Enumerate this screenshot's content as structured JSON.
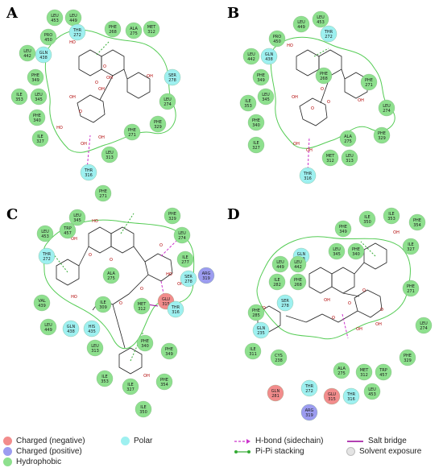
{
  "colors": {
    "hydrophobic": "#8ee08e",
    "polar": "#9ef0f0",
    "negative": "#f28c8c",
    "positive": "#9c9cf0",
    "pocket": "#55cc55",
    "hbond": "#cc33cc",
    "pistack": "#33aa33",
    "saltbridge": "#990099"
  },
  "panels": [
    {
      "letter": "A",
      "residues": [
        {
          "name": "LEU",
          "num": "453",
          "type": "hydrophobic"
        },
        {
          "name": "LEU",
          "num": "449",
          "type": "hydrophobic"
        },
        {
          "name": "PRO",
          "num": "450",
          "type": "hydrophobic"
        },
        {
          "name": "THR",
          "num": "272",
          "type": "polar"
        },
        {
          "name": "LEU",
          "num": "442",
          "type": "hydrophobic"
        },
        {
          "name": "GLN",
          "num": "438",
          "type": "polar"
        },
        {
          "name": "PHE",
          "num": "268",
          "type": "hydrophobic"
        },
        {
          "name": "ALA",
          "num": "275",
          "type": "hydrophobic"
        },
        {
          "name": "MET",
          "num": "312",
          "type": "hydrophobic"
        },
        {
          "name": "PHE",
          "num": "349",
          "type": "hydrophobic"
        },
        {
          "name": "SER",
          "num": "278",
          "type": "polar"
        },
        {
          "name": "ILE",
          "num": "353",
          "type": "hydrophobic"
        },
        {
          "name": "LEU",
          "num": "345",
          "type": "hydrophobic"
        },
        {
          "name": "LEU",
          "num": "274",
          "type": "hydrophobic"
        },
        {
          "name": "PHE",
          "num": "340",
          "type": "hydrophobic"
        },
        {
          "name": "PHE",
          "num": "329",
          "type": "hydrophobic"
        },
        {
          "name": "PHE",
          "num": "271",
          "type": "hydrophobic"
        },
        {
          "name": "ILE",
          "num": "327",
          "type": "hydrophobic"
        },
        {
          "name": "LEU",
          "num": "313",
          "type": "hydrophobic"
        },
        {
          "name": "THR",
          "num": "316",
          "type": "polar"
        }
      ],
      "atom_labels": [
        "HO",
        "OH",
        "OH",
        "OH",
        "O",
        "O",
        "O",
        "HO",
        "OH",
        "OH",
        "OH"
      ]
    },
    {
      "letter": "B",
      "residues": [
        {
          "name": "LEU",
          "num": "449",
          "type": "hydrophobic"
        },
        {
          "name": "LEU",
          "num": "453",
          "type": "hydrophobic"
        },
        {
          "name": "PRO",
          "num": "450",
          "type": "hydrophobic"
        },
        {
          "name": "THR",
          "num": "272",
          "type": "polar"
        },
        {
          "name": "LEU",
          "num": "442",
          "type": "hydrophobic"
        },
        {
          "name": "GLN",
          "num": "438",
          "type": "polar"
        },
        {
          "name": "PHE",
          "num": "268",
          "type": "hydrophobic"
        },
        {
          "name": "PHE",
          "num": "349",
          "type": "hydrophobic"
        },
        {
          "name": "PHE",
          "num": "271",
          "type": "hydrophobic"
        },
        {
          "name": "LEU",
          "num": "345",
          "type": "hydrophobic"
        },
        {
          "name": "ILE",
          "num": "353",
          "type": "hydrophobic"
        },
        {
          "name": "LEU",
          "num": "274",
          "type": "hydrophobic"
        },
        {
          "name": "PHE",
          "num": "340",
          "type": "hydrophobic"
        },
        {
          "name": "PHE",
          "num": "329",
          "type": "hydrophobic"
        },
        {
          "name": "ILE",
          "num": "327",
          "type": "hydrophobic"
        },
        {
          "name": "ALA",
          "num": "275",
          "type": "hydrophobic"
        },
        {
          "name": "MET",
          "num": "312",
          "type": "hydrophobic"
        },
        {
          "name": "LEU",
          "num": "313",
          "type": "hydrophobic"
        },
        {
          "name": "THR",
          "num": "316",
          "type": "polar"
        }
      ],
      "atom_labels": [
        "HO",
        "OH",
        "O",
        "O",
        "O",
        "OH",
        "OH",
        "OH"
      ]
    },
    {
      "letter": "C",
      "residues": [
        {
          "name": "PHE",
          "num": "271",
          "type": "hydrophobic"
        },
        {
          "name": "LEU",
          "num": "345",
          "type": "hydrophobic"
        },
        {
          "name": "PHE",
          "num": "329",
          "type": "hydrophobic"
        },
        {
          "name": "LEU",
          "num": "453",
          "type": "hydrophobic"
        },
        {
          "name": "TRP",
          "num": "457",
          "type": "hydrophobic"
        },
        {
          "name": "LEU",
          "num": "274",
          "type": "hydrophobic"
        },
        {
          "name": "THR",
          "num": "272",
          "type": "polar"
        },
        {
          "name": "ILE",
          "num": "277",
          "type": "hydrophobic"
        },
        {
          "name": "SER",
          "num": "278",
          "type": "polar"
        },
        {
          "name": "ARG",
          "num": "319",
          "type": "positive"
        },
        {
          "name": "ALA",
          "num": "275",
          "type": "hydrophobic"
        },
        {
          "name": "VAL",
          "num": "439",
          "type": "hydrophobic"
        },
        {
          "name": "GLU",
          "num": "315",
          "type": "negative"
        },
        {
          "name": "LEU",
          "num": "449",
          "type": "hydrophobic"
        },
        {
          "name": "GLN",
          "num": "438",
          "type": "polar"
        },
        {
          "name": "HIS",
          "num": "435",
          "type": "polar"
        },
        {
          "name": "ILE",
          "num": "309",
          "type": "hydrophobic"
        },
        {
          "name": "MET",
          "num": "312",
          "type": "hydrophobic"
        },
        {
          "name": "THR",
          "num": "316",
          "type": "polar"
        },
        {
          "name": "LEU",
          "num": "313",
          "type": "hydrophobic"
        },
        {
          "name": "PHE",
          "num": "340",
          "type": "hydrophobic"
        },
        {
          "name": "PHE",
          "num": "349",
          "type": "hydrophobic"
        },
        {
          "name": "ILE",
          "num": "353",
          "type": "hydrophobic"
        },
        {
          "name": "ILE",
          "num": "327",
          "type": "hydrophobic"
        },
        {
          "name": "PHE",
          "num": "354",
          "type": "hydrophobic"
        },
        {
          "name": "ILE",
          "num": "350",
          "type": "hydrophobic"
        }
      ],
      "atom_labels": [
        "HO",
        "OH",
        "O",
        "O",
        "O",
        "HO",
        "OH",
        "OH",
        "O",
        "O",
        "OH",
        "HO"
      ]
    },
    {
      "letter": "D",
      "residues": [
        {
          "name": "ILE",
          "num": "350",
          "type": "hydrophobic"
        },
        {
          "name": "ILE",
          "num": "353",
          "type": "hydrophobic"
        },
        {
          "name": "PHE",
          "num": "354",
          "type": "hydrophobic"
        },
        {
          "name": "PHE",
          "num": "349",
          "type": "hydrophobic"
        },
        {
          "name": "LEU",
          "num": "345",
          "type": "hydrophobic"
        },
        {
          "name": "PHE",
          "num": "340",
          "type": "hydrophobic"
        },
        {
          "name": "ILE",
          "num": "327",
          "type": "hydrophobic"
        },
        {
          "name": "GLN",
          "num": "438",
          "type": "polar"
        },
        {
          "name": "LEU",
          "num": "449",
          "type": "hydrophobic"
        },
        {
          "name": "LEU",
          "num": "442",
          "type": "hydrophobic"
        },
        {
          "name": "ILE",
          "num": "282",
          "type": "hydrophobic"
        },
        {
          "name": "PHE",
          "num": "268",
          "type": "hydrophobic"
        },
        {
          "name": "SER",
          "num": "278",
          "type": "polar"
        },
        {
          "name": "PHE",
          "num": "285",
          "type": "hydrophobic"
        },
        {
          "name": "PHE",
          "num": "271",
          "type": "hydrophobic"
        },
        {
          "name": "GLN",
          "num": "235",
          "type": "polar"
        },
        {
          "name": "LEU",
          "num": "274",
          "type": "hydrophobic"
        },
        {
          "name": "ILE",
          "num": "311",
          "type": "hydrophobic"
        },
        {
          "name": "CYS",
          "num": "238",
          "type": "hydrophobic"
        },
        {
          "name": "PHE",
          "num": "329",
          "type": "hydrophobic"
        },
        {
          "name": "ALA",
          "num": "275",
          "type": "hydrophobic"
        },
        {
          "name": "MET",
          "num": "312",
          "type": "hydrophobic"
        },
        {
          "name": "TRP",
          "num": "457",
          "type": "hydrophobic"
        },
        {
          "name": "GLN",
          "num": "281",
          "type": "negative"
        },
        {
          "name": "THR",
          "num": "272",
          "type": "polar"
        },
        {
          "name": "GLU",
          "num": "315",
          "type": "negative"
        },
        {
          "name": "THR",
          "num": "316",
          "type": "polar"
        },
        {
          "name": "LEU",
          "num": "453",
          "type": "hydrophobic"
        },
        {
          "name": "ARG",
          "num": "319",
          "type": "positive"
        }
      ],
      "atom_labels": [
        "OH",
        "HO",
        "OH",
        "O",
        "O",
        "O",
        "OH",
        "OH",
        "HO",
        "O"
      ]
    }
  ],
  "legend": {
    "charged_negative": "Charged (negative)",
    "charged_positive": "Charged (positive)",
    "hydrophobic": "Hydrophobic",
    "polar": "Polar",
    "hbond": "H-bond (sidechain)",
    "pistacking": "Pi-Pi stacking",
    "saltbridge": "Salt bridge",
    "solvent": "Solvent exposure"
  }
}
